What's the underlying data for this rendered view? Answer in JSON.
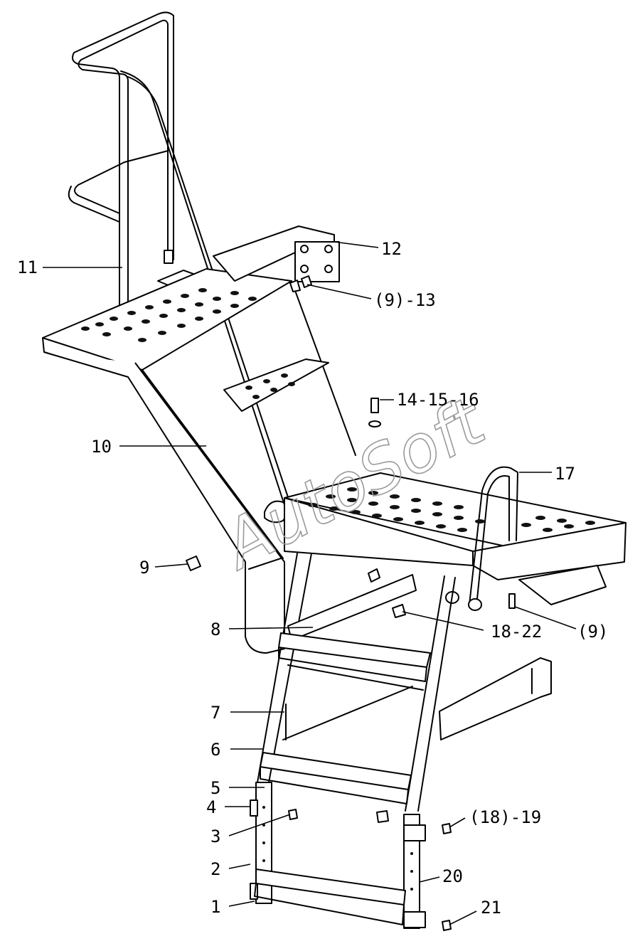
{
  "diagram": {
    "watermark": "AutoSoft",
    "callouts": [
      {
        "id": "c1",
        "label": "1"
      },
      {
        "id": "c2",
        "label": "2"
      },
      {
        "id": "c3",
        "label": "3"
      },
      {
        "id": "c4",
        "label": "4"
      },
      {
        "id": "c5",
        "label": "5"
      },
      {
        "id": "c6",
        "label": "6"
      },
      {
        "id": "c7",
        "label": "7"
      },
      {
        "id": "c8",
        "label": "8"
      },
      {
        "id": "c9a",
        "label": "9"
      },
      {
        "id": "c9b",
        "label": "(9)"
      },
      {
        "id": "c10",
        "label": "10"
      },
      {
        "id": "c11",
        "label": "11"
      },
      {
        "id": "c12",
        "label": "12"
      },
      {
        "id": "c913",
        "label": "(9)-13"
      },
      {
        "id": "c141516",
        "label": "14-15-16"
      },
      {
        "id": "c17",
        "label": "17"
      },
      {
        "id": "c1822",
        "label": "18-22"
      },
      {
        "id": "c1819",
        "label": "(18)-19"
      },
      {
        "id": "c20",
        "label": "20"
      },
      {
        "id": "c21",
        "label": "21"
      }
    ]
  }
}
